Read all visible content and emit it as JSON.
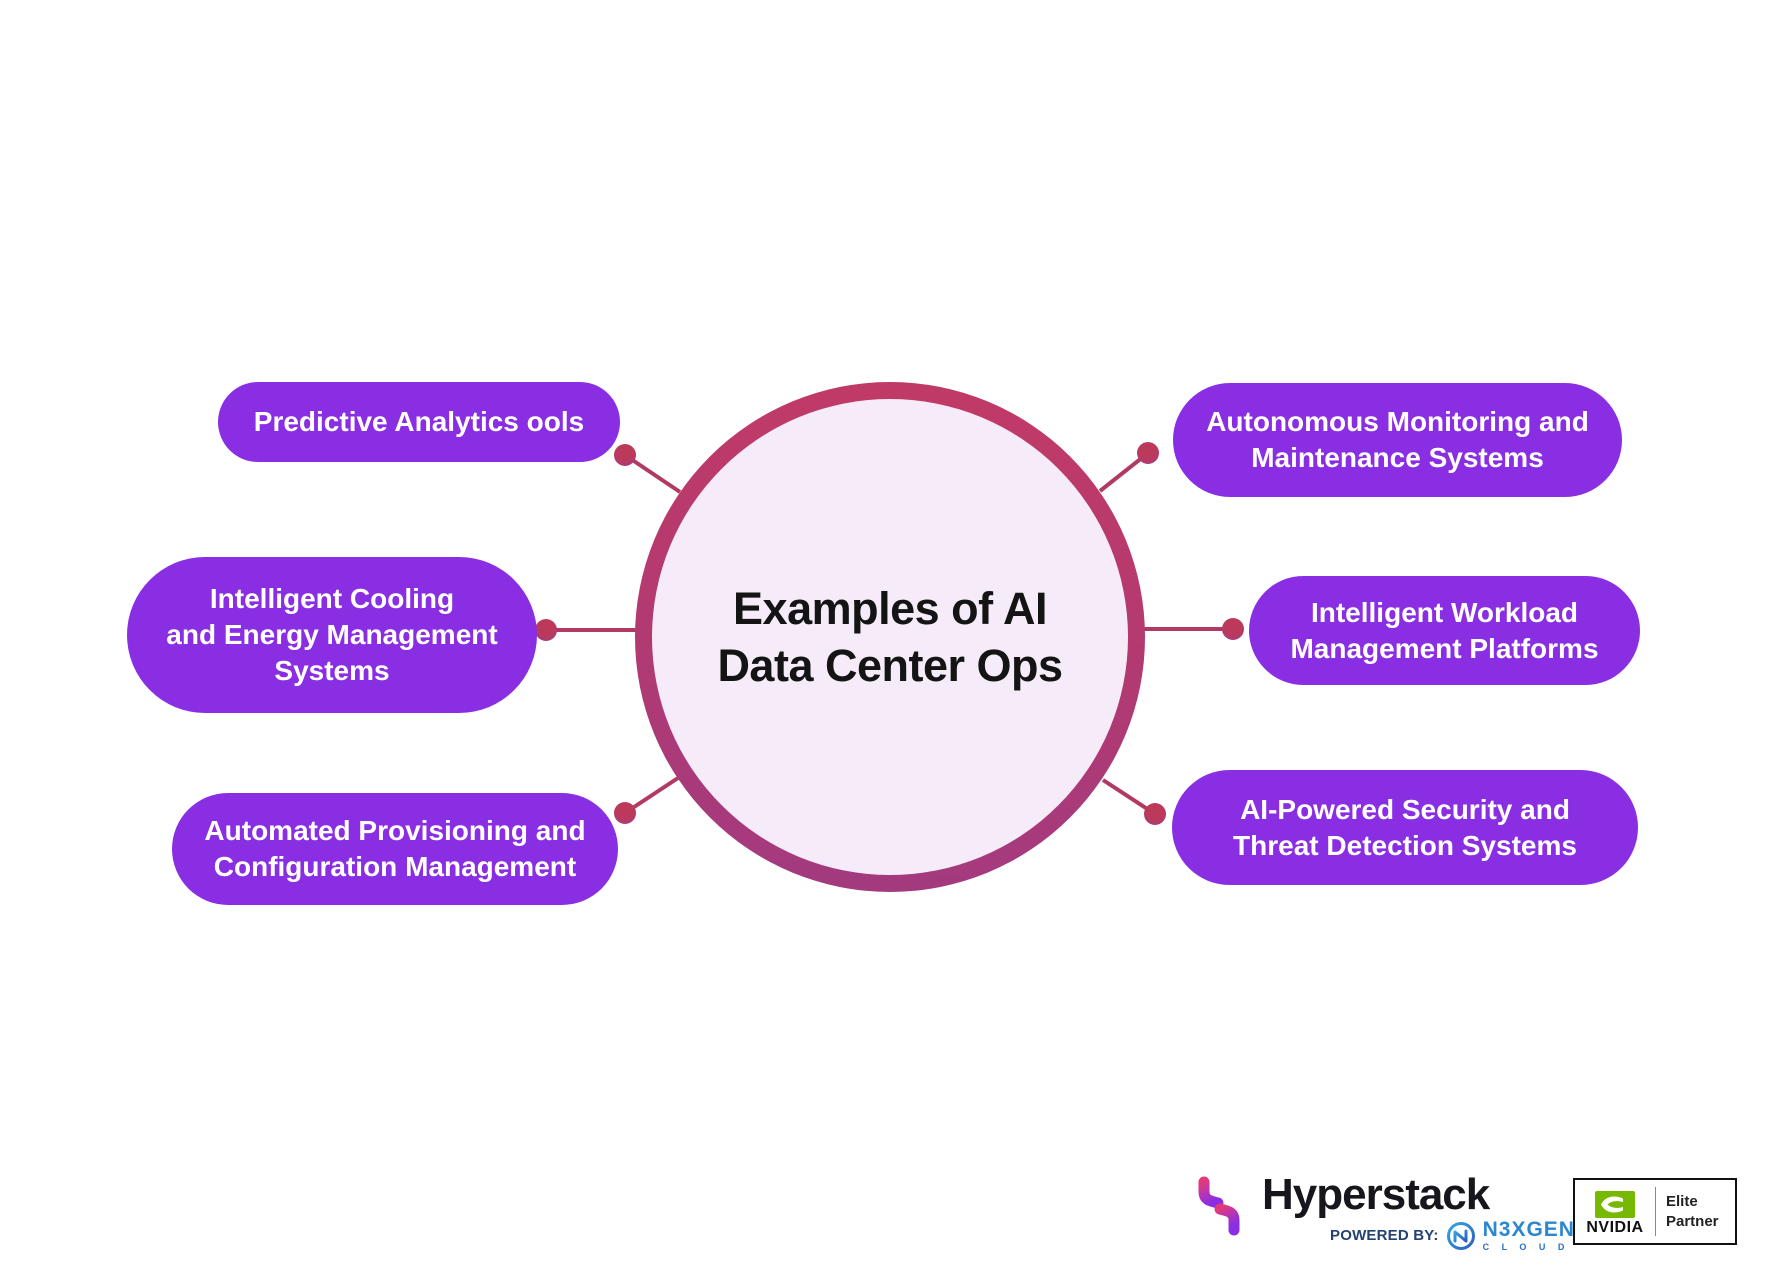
{
  "colors": {
    "node_fill": "#8a2ee3",
    "node_text": "#ffffff",
    "circle_fill": "#f6ecf9",
    "circle_border_top": "#c23a66",
    "circle_border_bottom": "#a23a80",
    "connector": "#b23a62",
    "title_text": "#141414",
    "nvidia_green": "#76b900"
  },
  "center": {
    "line1": "Examples of AI",
    "line2": "Data Center Ops"
  },
  "nodes": {
    "top_left": {
      "lines": [
        "Predictive Analytics ools"
      ]
    },
    "middle_left": {
      "lines": [
        "Intelligent Cooling",
        "and Energy Management",
        "Systems"
      ]
    },
    "bottom_left": {
      "lines": [
        "Automated Provisioning and",
        "Configuration Management"
      ]
    },
    "top_right": {
      "lines": [
        "Autonomous Monitoring and",
        "Maintenance Systems"
      ]
    },
    "middle_right": {
      "lines": [
        "Intelligent Workload",
        "Management Platforms"
      ]
    },
    "bottom_right": {
      "lines": [
        "AI-Powered Security and",
        "Threat Detection Systems"
      ]
    }
  },
  "footer": {
    "brand": "Hyperstack",
    "powered_by": "POWERED BY:",
    "partner": "N3XGEN",
    "partner_sub": "C L O U D",
    "nvidia": "NVIDIA",
    "badge_line1": "Elite",
    "badge_line2": "Partner"
  }
}
